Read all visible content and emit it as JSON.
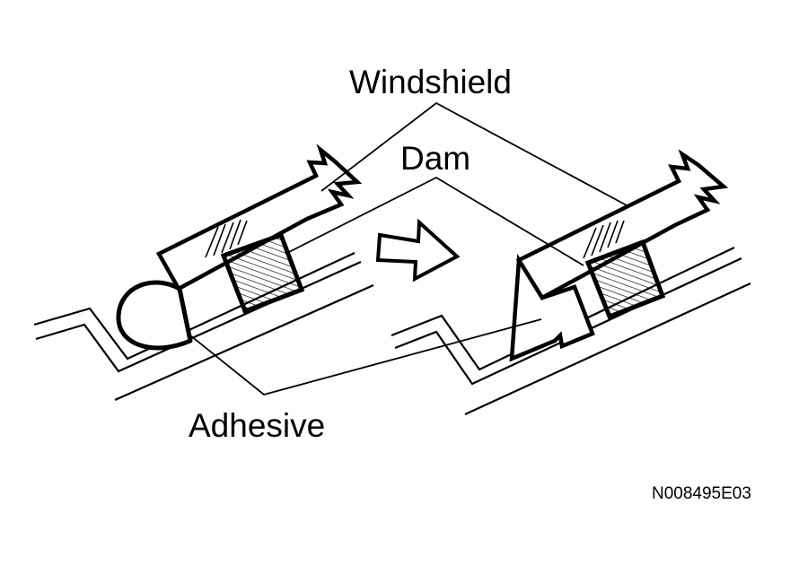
{
  "labels": {
    "windshield": "Windshield",
    "dam": "Dam",
    "adhesive": "Adhesive",
    "figure_code": "N008495E03"
  },
  "colors": {
    "ink": "#000000",
    "paper": "#ffffff"
  }
}
